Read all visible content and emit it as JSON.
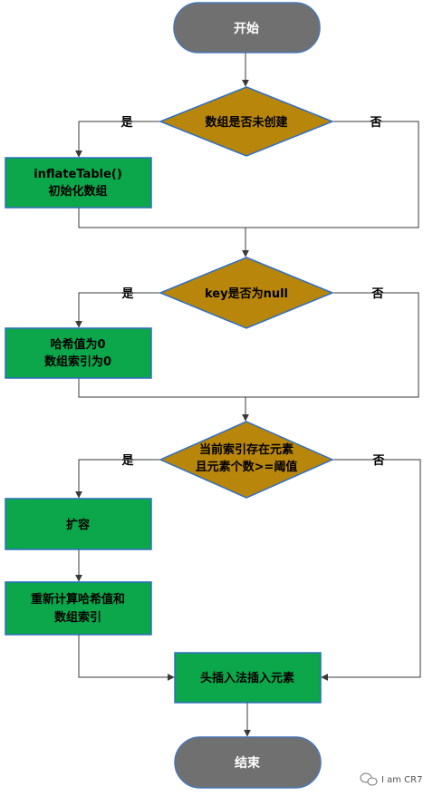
{
  "flow": {
    "start": "开始",
    "check_array": "数组是否未创建",
    "inflate_1": "inflateTable()",
    "inflate_2": "初始化数组",
    "check_key": "key是否为null",
    "hash_zero_1": "哈希值为0",
    "hash_zero_2": "数组索引为0",
    "check_exist_1": "当前索引存在元素",
    "check_exist_2": "且元素个数>=阈值",
    "resize": "扩容",
    "recalc_1": "重新计算哈希值和",
    "recalc_2": "数组索引",
    "insert": "头插入法插入元素",
    "end": "结束"
  },
  "labels": {
    "yes": "是",
    "no": "否"
  },
  "watermark": "I am CR7",
  "colors": {
    "terminal": "#707070",
    "terminal_stroke": "#4a78b8",
    "process": "#0ca64b",
    "process_stroke": "#2f6fc0",
    "decision": "#b8860b",
    "decision_stroke": "#2f6fc0"
  }
}
